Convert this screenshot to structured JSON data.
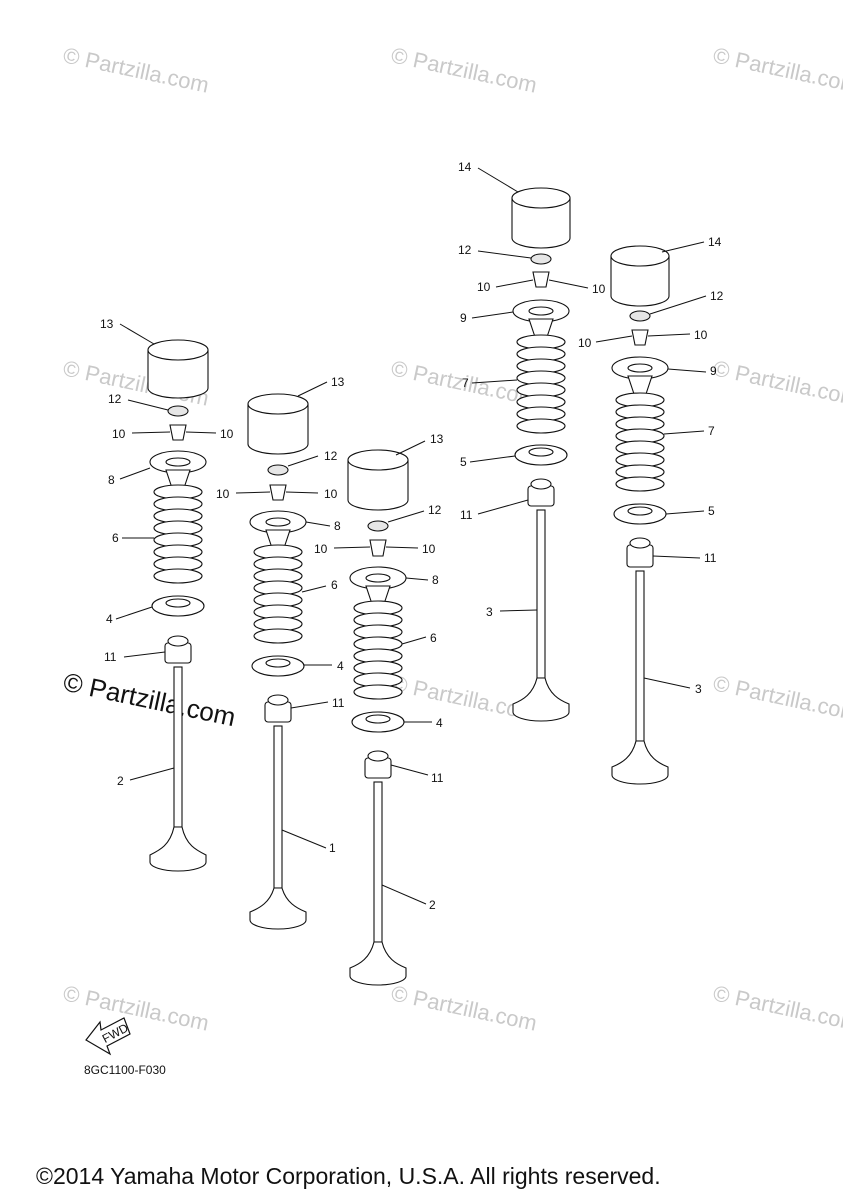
{
  "watermark": "© Partzilla.com",
  "diagram_code": "8GC1100-F030",
  "fwd_label": "FWD",
  "copyright": "©2014 Yamaha Motor Corporation, U.S.A. All rights reserved.",
  "callouts": {
    "c1": "1",
    "c2": "2",
    "c3": "3",
    "c4": "4",
    "c5": "5",
    "c6": "6",
    "c7": "7",
    "c8": "8",
    "c9": "9",
    "c10": "10",
    "c11": "11",
    "c12": "12",
    "c13": "13",
    "c14": "14"
  }
}
